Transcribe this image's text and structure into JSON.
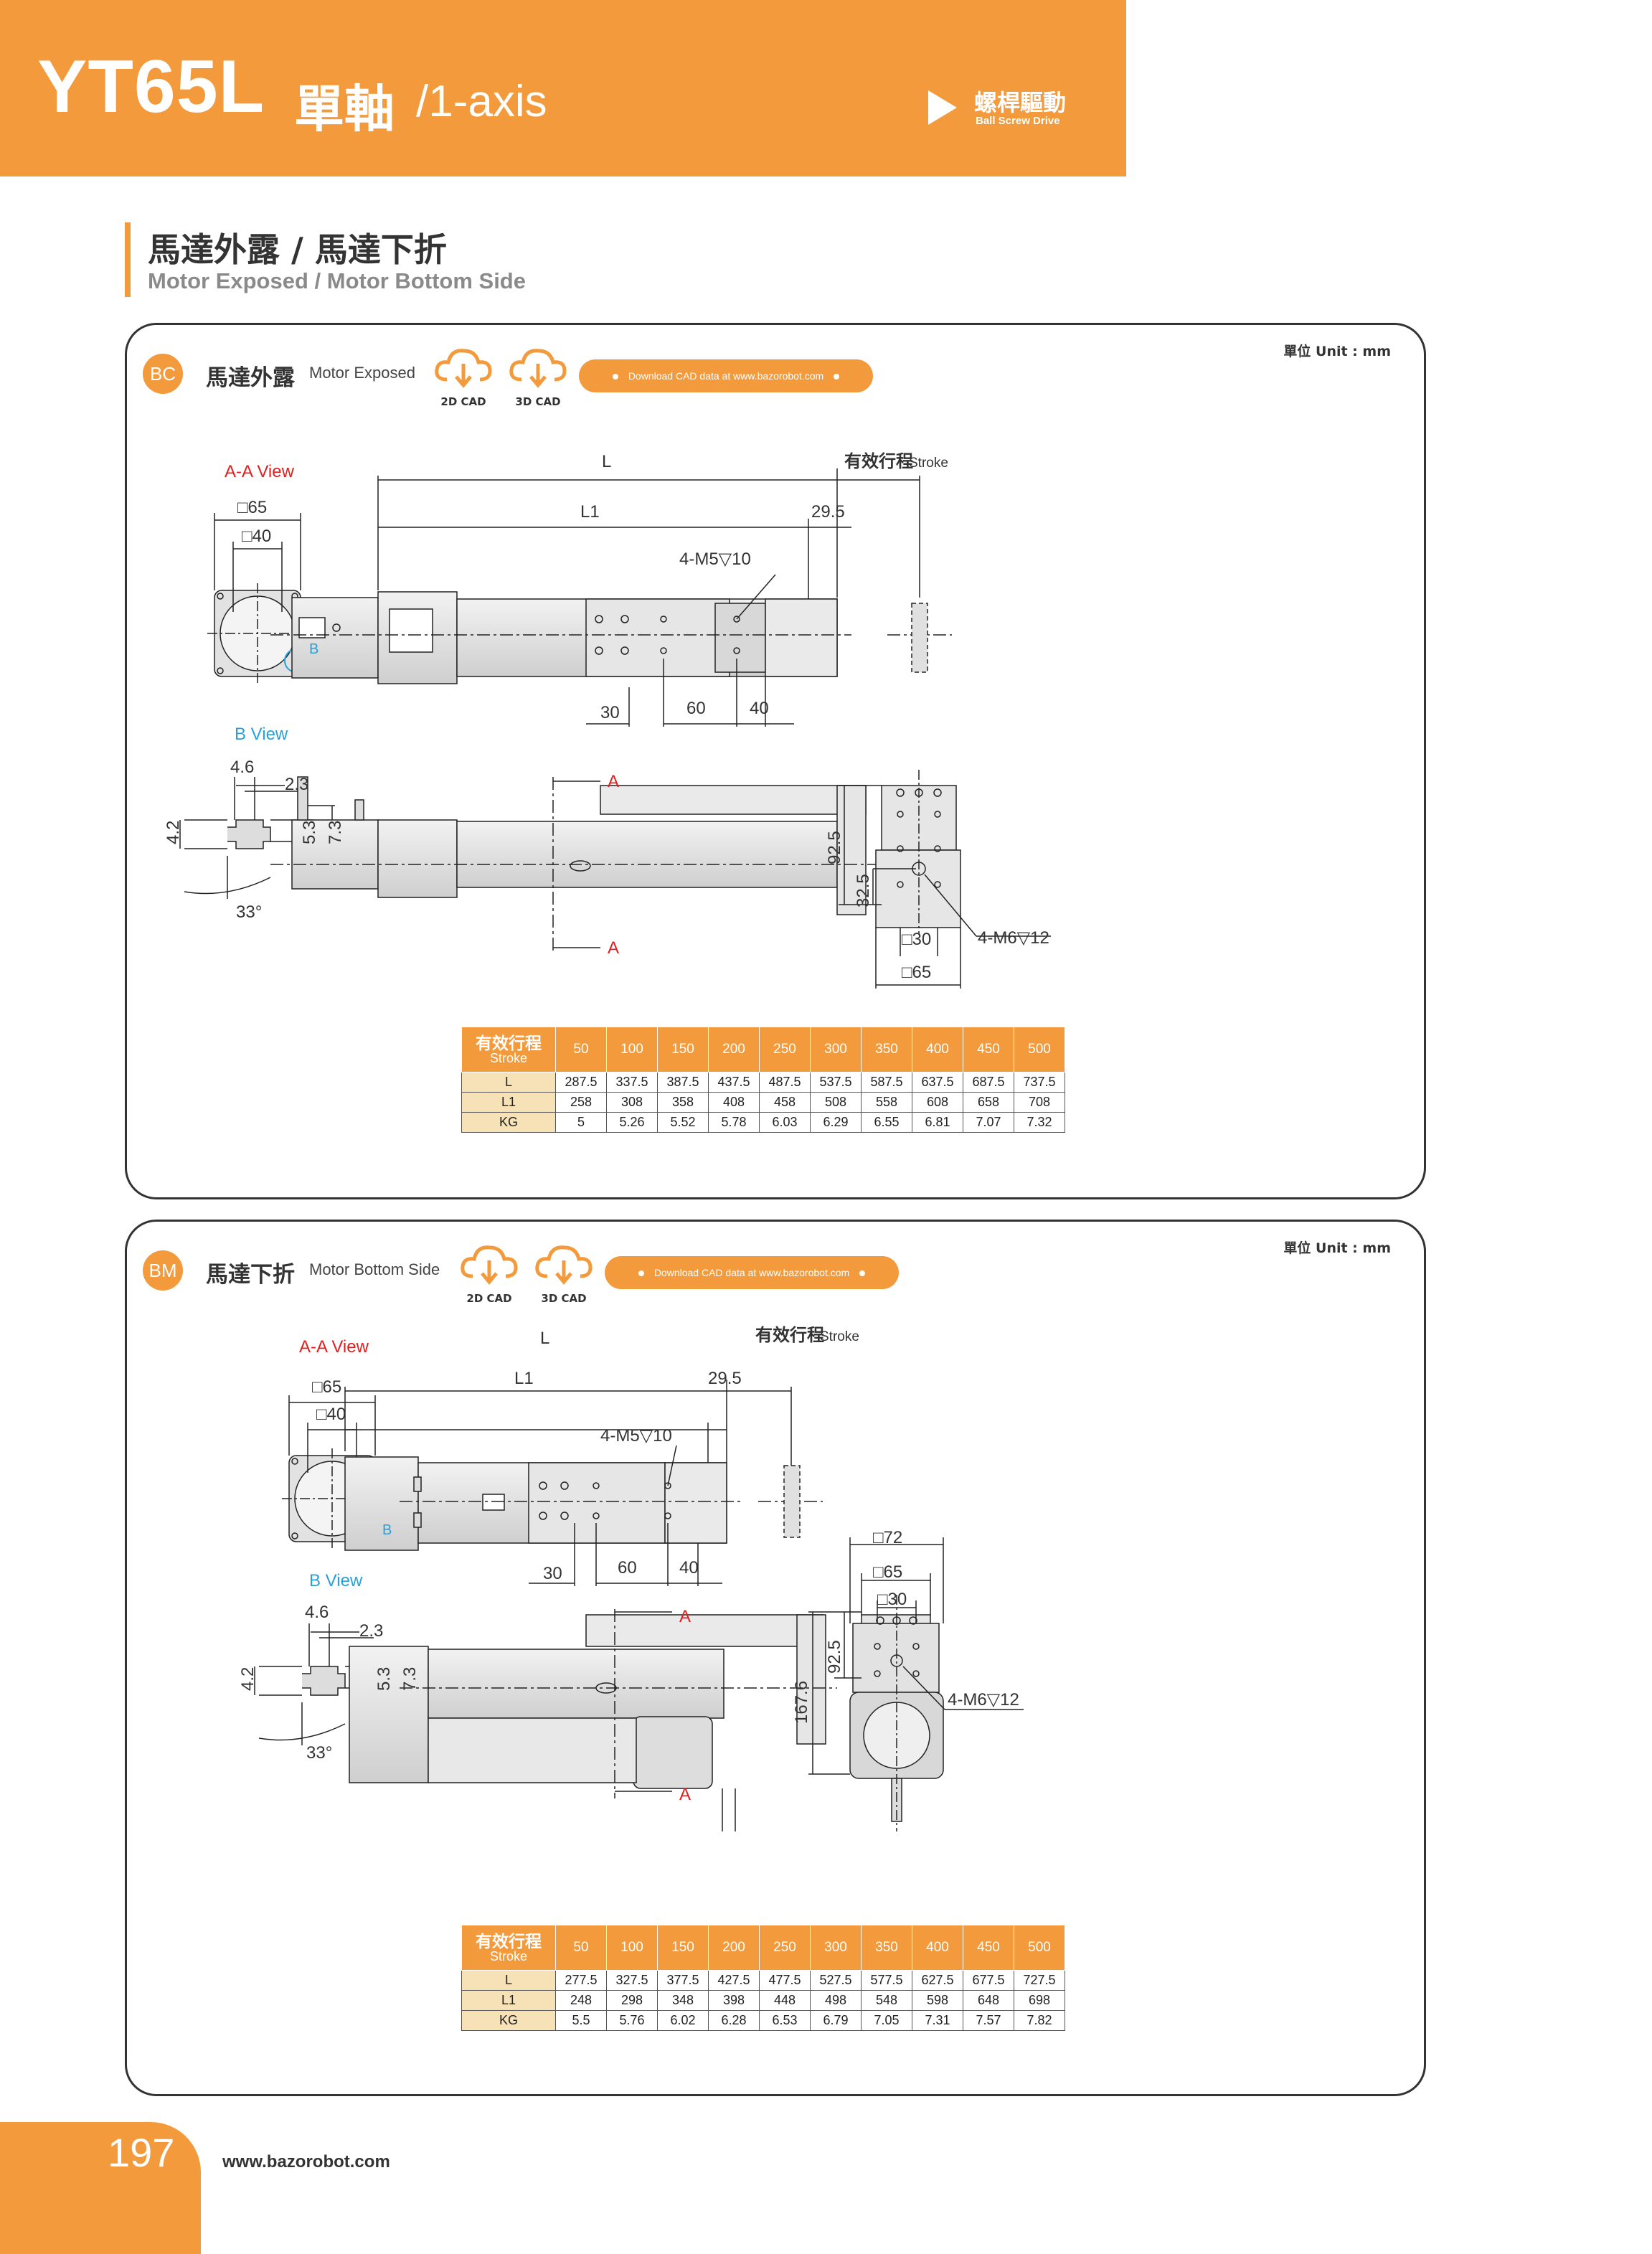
{
  "header": {
    "model": "YT65L",
    "axis_cn": "單軸",
    "axis_en": "/1-axis",
    "drive_cn": "螺桿驅動",
    "drive_en": "Ball Screw Drive"
  },
  "section": {
    "title_cn": "馬達外露 / 馬達下折",
    "title_en": "Motor Exposed / Motor Bottom Side"
  },
  "colors": {
    "accent": "#f39a3c",
    "row_label_bg": "#f7e2b8",
    "view_label_red": "#e02020",
    "view_label_blue": "#2aa0d8"
  },
  "panels": [
    {
      "badge": "BC",
      "title_cn": "馬達外露",
      "title_en": "Motor Exposed",
      "unit": "單位 Unit : mm",
      "cad_2d": "2D CAD",
      "cad_3d": "3D CAD",
      "download": "Download CAD data at www.bazorobot.com",
      "dims": {
        "aa_view": "A-A View",
        "b_view": "B View",
        "b_marker": "B",
        "sq65": "□65",
        "sq40": "□40",
        "d46": "4.6",
        "d23": "2.3",
        "d42": "4.2",
        "d53": "5.3",
        "d73": "7.3",
        "ang33": "33°",
        "L": "L",
        "L1": "L1",
        "stroke_cn": "有效行程",
        "stroke_en": "Stroke",
        "d295": "29.5",
        "m5": "4-M5▽10",
        "d30": "30",
        "d60": "60",
        "d40": "40",
        "sectA": "A",
        "d925": "92.5",
        "d325": "32.5",
        "sq30": "□30",
        "m6": "4-M6▽12"
      },
      "table": {
        "header_cn": "有效行程",
        "header_en": "Stroke",
        "strokes": [
          "50",
          "100",
          "150",
          "200",
          "250",
          "300",
          "350",
          "400",
          "450",
          "500"
        ],
        "rows": [
          {
            "label": "L",
            "values": [
              "287.5",
              "337.5",
              "387.5",
              "437.5",
              "487.5",
              "537.5",
              "587.5",
              "637.5",
              "687.5",
              "737.5"
            ]
          },
          {
            "label": "L1",
            "values": [
              "258",
              "308",
              "358",
              "408",
              "458",
              "508",
              "558",
              "608",
              "658",
              "708"
            ]
          },
          {
            "label": "KG",
            "values": [
              "5",
              "5.26",
              "5.52",
              "5.78",
              "6.03",
              "6.29",
              "6.55",
              "6.81",
              "7.07",
              "7.32"
            ]
          }
        ]
      }
    },
    {
      "badge": "BM",
      "title_cn": "馬達下折",
      "title_en": "Motor Bottom Side",
      "unit": "單位 Unit : mm",
      "cad_2d": "2D CAD",
      "cad_3d": "3D CAD",
      "download": "Download CAD data at www.bazorobot.com",
      "dims": {
        "aa_view": "A-A View",
        "b_view": "B View",
        "b_marker": "B",
        "sq65": "□65",
        "sq40": "□40",
        "d46": "4.6",
        "d23": "2.3",
        "d42": "4.2",
        "d53": "5.3",
        "d73": "7.3",
        "ang33": "33°",
        "L": "L",
        "L1": "L1",
        "stroke_cn": "有效行程",
        "stroke_en": "Stroke",
        "d295": "29.5",
        "m5": "4-M5▽10",
        "d30": "30",
        "d60": "60",
        "d40": "40",
        "sectA": "A",
        "sq72": "□72",
        "sq30": "□30",
        "d925": "92.5",
        "d1676": "167.6",
        "m6": "4-M6▽12"
      },
      "table": {
        "header_cn": "有效行程",
        "header_en": "Stroke",
        "strokes": [
          "50",
          "100",
          "150",
          "200",
          "250",
          "300",
          "350",
          "400",
          "450",
          "500"
        ],
        "rows": [
          {
            "label": "L",
            "values": [
              "277.5",
              "327.5",
              "377.5",
              "427.5",
              "477.5",
              "527.5",
              "577.5",
              "627.5",
              "677.5",
              "727.5"
            ]
          },
          {
            "label": "L1",
            "values": [
              "248",
              "298",
              "348",
              "398",
              "448",
              "498",
              "548",
              "598",
              "648",
              "698"
            ]
          },
          {
            "label": "KG",
            "values": [
              "5.5",
              "5.76",
              "6.02",
              "6.28",
              "6.53",
              "6.79",
              "7.05",
              "7.31",
              "7.57",
              "7.82"
            ]
          }
        ]
      }
    }
  ],
  "footer": {
    "page": "197",
    "site": "www.bazorobot.com"
  }
}
